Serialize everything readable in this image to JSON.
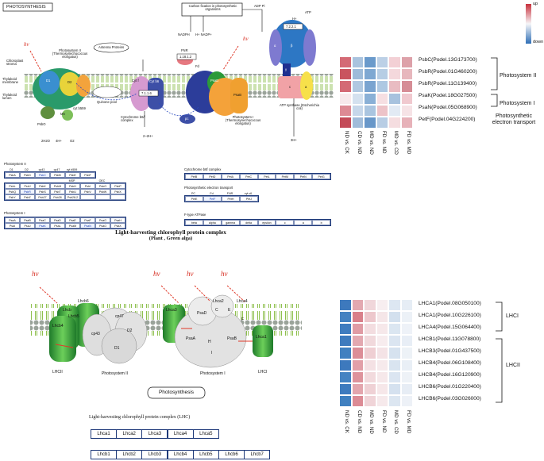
{
  "top_pathway": {
    "box_title": "PHOTOSYNTHESIS",
    "hv": "hv",
    "chloroplast_stroma": "Chloroplast stroma",
    "thylakoid_membrane": "Thylakoid membrane",
    "thylakoid_lumen": "Thylakoid lumen",
    "ps2_title": "Photosystem II (Thermosynechococcus elongatus)",
    "antenna": "Antenna Proteins",
    "carbon_fix": "Carbon fixation in photosynthetic organisms",
    "nadph": "NADPH",
    "hnadp": "H+ NADP+",
    "adp_pi": "ADP Pi",
    "hplus": "H+",
    "atp": "ATP",
    "enzyme1": "1.18.1.2",
    "enzyme2": "7.1.1.6",
    "enzyme3": "7.2.2.1",
    "cytb6f": "Cytochrome b6/f complex",
    "quinone": "Quinone pool",
    "ps1_title": "Photosystem I (Thermosynechococcus elongatus)",
    "atp_synthase": "ATP synthase (Escherichia coli)",
    "h2o": "2H2O",
    "h4": "4H+",
    "o2": "O2",
    "h2": "2~2H+",
    "nh": "3H+",
    "pc": "pc",
    "psbo": "PsbO",
    "psbp": "PsbP",
    "psbq": "PsbQ",
    "psbu": "PsbU",
    "psbv": "cyt c550",
    "fd": "Fd",
    "fnr": "FNR",
    "mn": "Mn",
    "d1": "D1",
    "d2": "D2",
    "cyt_b559": "cyt b559",
    "cyt_f": "Cyt f",
    "cyt_b6": "Cyt b6",
    "psaa": "PsaA",
    "psab": "PsaB",
    "psad": "PsaD",
    "psac": "PsaC",
    "psae": "PsaE",
    "alpha": "α",
    "beta": "β",
    "gamma": "γ",
    "delta": "δ",
    "epsilon": "ε",
    "a_sub": "a",
    "b_sub": "b",
    "c_sub": "c"
  },
  "tables": {
    "ps2_heading": "Photosystem II",
    "ps2_header_row": [
      "D1",
      "D2",
      "cp43",
      "cp47",
      "cyt b559",
      ""
    ],
    "ps2_row1": [
      "PsbA",
      "PsbD",
      "PsbC",
      "PsbB",
      "PsbE",
      "PsbF"
    ],
    "ps2_mid_header": [
      "",
      "",
      "",
      "",
      "MSP",
      "",
      "OEC",
      ""
    ],
    "ps2_row2": [
      "PsbL",
      "PsbJ",
      "PsbK",
      "PsbM",
      "PsbH",
      "PsbI",
      "PsbO",
      "PsbP"
    ],
    "ps2_row3": [
      "PsbQ",
      "PsbR",
      "PsbS",
      "PsbT",
      "PsbU",
      "PsbV",
      "PsbW",
      "PsbX"
    ],
    "ps2_row4": [
      "PsbY",
      "PsbZ",
      "Psb27",
      "Psb28",
      "Psb28-2",
      "",
      "",
      ""
    ],
    "ps1_heading": "Photosystem I",
    "ps1_row1": [
      "PsaA",
      "PsaB",
      "PsaC",
      "PsaD",
      "PsaE",
      "PsaF",
      "PsaG",
      "PsaH"
    ],
    "ps1_row2": [
      "PsaI",
      "PsaJ",
      "PsaK",
      "PsaL",
      "PsaM",
      "PsaN",
      "PsaO",
      "PsaX"
    ],
    "cyt_heading": "Cytochrome b6f complex",
    "cyt_row": [
      "PetB",
      "PetD",
      "PetA",
      "PetC",
      "PetL",
      "PetM",
      "PetN",
      "PetG"
    ],
    "pet_heading": "Photosynthetic electron transport",
    "pet_header": [
      "PC",
      "Fd",
      "FNR",
      "cyt c6"
    ],
    "pet_row": [
      "PetE",
      "PetF",
      "PetH",
      "PetJ"
    ],
    "atp_heading": "F-type ATPase",
    "atp_row": [
      "beta",
      "alpha",
      "gamma",
      "delta",
      "epsilon",
      "c",
      "a",
      "b"
    ]
  },
  "lhc_diagram": {
    "title_line1": "Light-harvesting chlorophyll protein complex",
    "title_line2": "(Plant , Green alga)",
    "hv": "hv",
    "lhcb6": "Lhcb6",
    "lhcb": "Lhcb",
    "lhcb4": "Lhcb4",
    "lhcb5": "Lhcb5",
    "lhcii_left": "LHCII",
    "cp47": "cp47",
    "cp43": "cp43",
    "d2": "D2",
    "d1": "D1",
    "ps2": "Photosystem II",
    "lhca3": "Lhca3",
    "lhca2": "Lhca2",
    "lhca4": "Lhca4",
    "psad": "PsaD",
    "c": "C",
    "e": "E",
    "f": "F",
    "psaa": "PsaA",
    "psab": "PsaB",
    "h": "H",
    "i": "I",
    "lhca1": "Lhca1",
    "ps1": "Photosystem I",
    "lhci": "LHCI",
    "photosynthesis_label": "Photosynthesis"
  },
  "lhc_table": {
    "title": "Light-harvesting chlorophyll protein complex (LHC)",
    "lhca": [
      "Lhca1",
      "Lhca2",
      "Lhca3",
      "Lhca4",
      "Lhca5"
    ],
    "lhcb": [
      "Lhcb1",
      "Lhcb2",
      "Lhcb3",
      "Lhcb4",
      "Lhcb5",
      "Lhcb6",
      "Lhcb7"
    ]
  },
  "heatmap_top": {
    "legend_up": "up",
    "legend_down": "down",
    "rows": [
      "PsbC(Podel.13G173700)",
      "PsbR(Podel.01G460200)",
      "PsbR(Podel.11G139400)",
      "PsaK(Podel.18G027500)",
      "PsaN(Podel.05G068900)",
      "PetF(Podel.04G224200)"
    ],
    "columns": [
      "ND vs. CK",
      "CD vs. ND",
      "MD vs. ND",
      "FD vs. ND",
      "MD vs. CD",
      "FD vs. MD"
    ],
    "groups": [
      "Photosystem II",
      "Photosystem I",
      "Photosynthetic electron transport"
    ],
    "colors": [
      [
        "#d46a75",
        "#a9c3de",
        "#6a9acb",
        "#bcd0e6",
        "#f3d0d5",
        "#dda1a9"
      ],
      [
        "#c9545f",
        "#9dbbd9",
        "#7ea8d2",
        "#b6cde4",
        "#f4d8dc",
        "#e7b7bd"
      ],
      [
        "#d46a75",
        "#b0c8e1",
        "#7aa4d0",
        "#aec8e2",
        "#e9bcc2",
        "#d68d96"
      ],
      [
        "#f7e9eb",
        "#d4e1ef",
        "#8ab0d6",
        "#f6dfe2",
        "#a7c2de",
        "#f0c9cf"
      ],
      [
        "#dd8a94",
        "#c6d7ea",
        "#aac5e0",
        "#edc3c8",
        "#e2eaf4",
        "#f6e3e6"
      ],
      [
        "#c44b58",
        "#a0bcda",
        "#6897c9",
        "#b8cde4",
        "#f5dde0",
        "#e7b2b9"
      ]
    ]
  },
  "heatmap_bottom": {
    "rows": [
      "LHCA1(Podel.08G050100)",
      "LHCA1(Podel.10G226100)",
      "LHCA4(Podel.15G064400)",
      "LHCB1(Podel.11G078800)",
      "LHCB3(Podel.01G437500)",
      "LHCB4(Podel.06G108400)",
      "LHCB4(Podel.16G120900)",
      "LHCB6(Podel.01G220400)",
      "LHCB6(Podel.03G026000)"
    ],
    "columns": [
      "ND vs. CK",
      "CD vs. ND",
      "MD vs. ND",
      "FD vs. ND",
      "MD vs. CD",
      "FD vs. MD"
    ],
    "groups": [
      "LHCI",
      "LHCII"
    ],
    "colors": [
      [
        "#3d79bd",
        "#e3a8b0",
        "#f0d6da",
        "#f7eef0",
        "#dde7f2",
        "#e6edf5"
      ],
      [
        "#4381c1",
        "#d97f8a",
        "#edc7cc",
        "#f5e6e8",
        "#d3e0ee",
        "#ecf1f7"
      ],
      [
        "#3f7cbf",
        "#e09ba4",
        "#f3dde0",
        "#f6e8ea",
        "#dbe6f1",
        "#eef2f8"
      ],
      [
        "#3e7bbe",
        "#e3a8b0",
        "#f1d9dc",
        "#f7ecee",
        "#dbe5f1",
        "#e8eef6"
      ],
      [
        "#4080c0",
        "#dc8d97",
        "#efcfd3",
        "#f4e3e6",
        "#d6e2ef",
        "#edf2f7"
      ],
      [
        "#3d79bd",
        "#e29fa8",
        "#f4e1e4",
        "#f6eaec",
        "#d9e4f0",
        "#e9eff6"
      ],
      [
        "#4583c2",
        "#de939c",
        "#f2dadd",
        "#f6e8ea",
        "#dbe5f1",
        "#eef2f7"
      ],
      [
        "#3e7bbe",
        "#e3a5ad",
        "#efd1d5",
        "#f6e7e9",
        "#d5e1ef",
        "#e7edf5"
      ],
      [
        "#4080c0",
        "#dc8b95",
        "#f0d4d8",
        "#f6e9eb",
        "#dce6f1",
        "#edf1f7"
      ]
    ]
  }
}
